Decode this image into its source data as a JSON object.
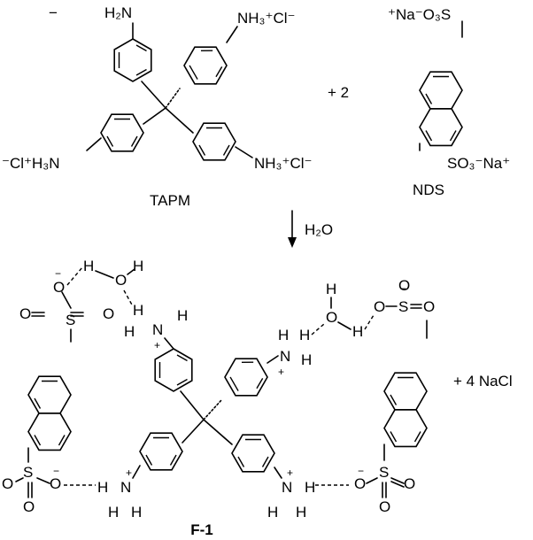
{
  "labels": {
    "reactant1_name": "TAPM",
    "reactant2_name": "NDS",
    "coefficient": "+ 2",
    "reagent": "H₂O",
    "product_name": "F-1",
    "byproduct": "+ 4 NaCl"
  },
  "groups": {
    "nh3cl": "NH₃⁺Cl⁻",
    "clnh3": "⁻Cl⁺H₃N",
    "h2n": "H₂N",
    "na_o3s": "⁺Na⁻O₃S",
    "so3_na": "SO₃⁻Na⁺",
    "o": "O",
    "h": "H",
    "n": "N",
    "s": "S",
    "plus": "+",
    "minus": "−"
  }
}
